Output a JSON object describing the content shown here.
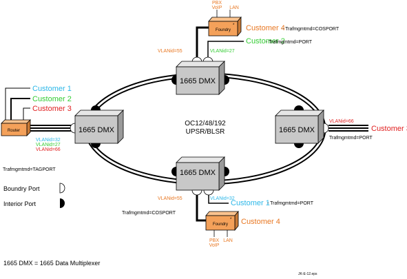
{
  "colors": {
    "orange": "#E87722",
    "cyan": "#2BB7E8",
    "green": "#33CC33",
    "red": "#E02020",
    "box_front": "#C8C8C8",
    "box_top": "#E6E6E6",
    "box_side": "#9A9A9A",
    "device_front": "#F4A15A",
    "device_top": "#FAC38F",
    "device_side": "#C97A36"
  },
  "ring": {
    "label_line1": "OC12/48/192",
    "label_line2": "UPSR/BLSR"
  },
  "nodes": {
    "top": "1665 DMX",
    "left": "1665 DMX",
    "right": "1665 DMX",
    "bottom": "1665 DMX"
  },
  "top_site": {
    "pbx": "PBX",
    "voip": "VoIP",
    "lan": "LAN",
    "device": "Foundry",
    "customer": "Customer 4",
    "customer_mode": "- Trafmgmtmd=COSPORT",
    "vlan_left": "VLANid=55",
    "vlan_right": "VLANid=27",
    "customer2": "Customer 2",
    "customer2_mode": "- Trafmgmtmd=PORT"
  },
  "left_site": {
    "customer1": "Customer 1",
    "customer2": "Customer 2",
    "customer3": "Customer 3",
    "device": "Router",
    "vlan1": "VLANid=32",
    "vlan2": "VLANid=27",
    "vlan3": "VLANid=66",
    "mode": "Trafmgmtmd=TAGPORT"
  },
  "right_site": {
    "vlan": "VLANid=66",
    "customer": "Customer 3",
    "mode": "Trafmgmtmd=PORT"
  },
  "bottom_site": {
    "vlan_left": "VLANid=55",
    "vlan_right": "VLANid=32",
    "customer1": "Customer 1",
    "customer1_mode": "- Trafmgmtmd=PORT",
    "mode_left": "Trafmgmtmd=COSPORT",
    "device": "Foundry",
    "customer4": "Customer 4",
    "pbx": "PBX",
    "voip": "VoIP",
    "lan": "LAN"
  },
  "legend": {
    "boundary_port": "Boundry Port",
    "interior_port": "Interior Port",
    "definition": "1665 DMX = 1665 Data Multiplexer",
    "file_id": "JK-E-12.eps"
  }
}
